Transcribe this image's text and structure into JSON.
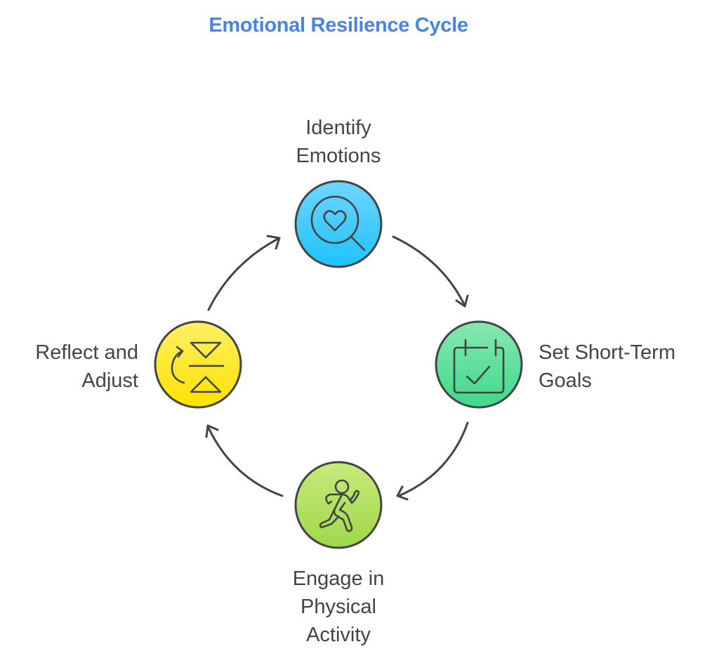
{
  "title": "Emotional Resilience Cycle",
  "stages": [
    {
      "id": "identify",
      "label_lines": [
        "Identify",
        "Emotions"
      ],
      "icon": "heart-magnifier-icon",
      "color_top": "#6fd6ff",
      "color_bottom": "#1ec1fb"
    },
    {
      "id": "goals",
      "label_lines": [
        "Set Short-Term",
        "Goals"
      ],
      "icon": "calendar-check-icon",
      "color_top": "#86e8b0",
      "color_bottom": "#3fd98a"
    },
    {
      "id": "activity",
      "label_lines": [
        "Engage in",
        "Physical",
        "Activity"
      ],
      "icon": "running-person-icon",
      "color_top": "#c8ea7c",
      "color_bottom": "#9fd84a"
    },
    {
      "id": "reflect",
      "label_lines": [
        "Reflect and",
        "Adjust"
      ],
      "icon": "reflect-adjust-icon",
      "color_top": "#fff066",
      "color_bottom": "#ffe200"
    }
  ],
  "flow": [
    "identify",
    "goals",
    "activity",
    "reflect",
    "identify"
  ],
  "colors": {
    "title": "#4a84e0",
    "stroke": "#444444",
    "text": "#444444"
  }
}
